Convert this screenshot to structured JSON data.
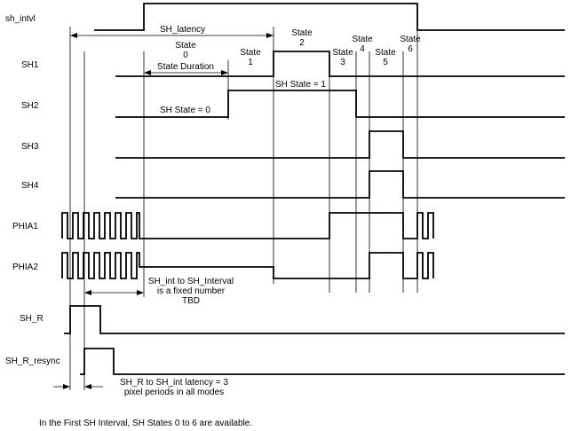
{
  "signals": {
    "sh_intvl": "sh_intvl",
    "sh1": "SH1",
    "sh2": "SH2",
    "sh3": "SH3",
    "sh4": "SH4",
    "phia1": "PHIA1",
    "phia2": "PHIA2",
    "sh_r": "SH_R",
    "sh_r_resync": "SH_R_resync"
  },
  "states": {
    "s0_title": "State",
    "s0_num": "0",
    "s0_duration": "State Duration",
    "s1_title": "State",
    "s1_num": "1",
    "s2_title": "State",
    "s2_num": "2",
    "s3_title": "State",
    "s3_num": "3",
    "s4_title": "State",
    "s4_num": "4",
    "s5_title": "State",
    "s5_num": "5",
    "s6_title": "State",
    "s6_num": "6"
  },
  "annotations": {
    "sh_latency": "SH_latency",
    "sh_state_1": "SH State = 1",
    "sh_state_0": "SH State = 0",
    "sh_int_line1": "SH_int to SH_Interval",
    "sh_int_line2": "is a fixed number",
    "sh_int_line3": "TBD",
    "latency_line1": "SH_R to SH_int latency = 3",
    "latency_line2": "pixel periods in all modes"
  },
  "footnote": "In the First SH Interval, SH States 0 to 6 are available."
}
